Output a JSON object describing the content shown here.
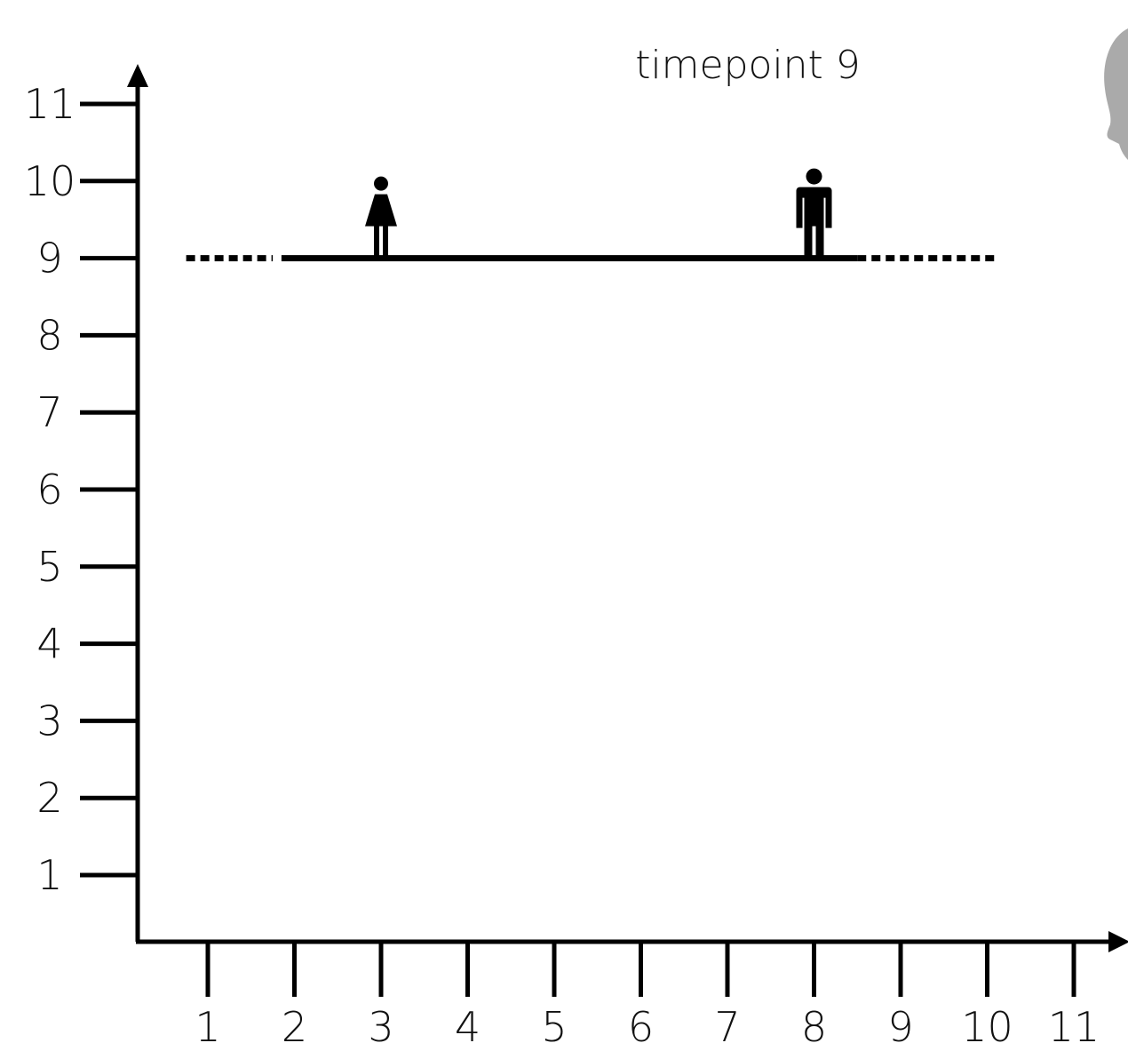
{
  "title": "timepoint 9",
  "chart_data": {
    "type": "line",
    "x_ticks": [
      "1",
      "2",
      "3",
      "4",
      "5",
      "6",
      "7",
      "8",
      "9",
      "10",
      "11"
    ],
    "y_ticks": [
      "1",
      "2",
      "3",
      "4",
      "5",
      "6",
      "7",
      "8",
      "9",
      "10",
      "11"
    ],
    "segments": [
      {
        "style": "dotted",
        "x": [
          0.75,
          1.75
        ],
        "y": 9
      },
      {
        "style": "solid",
        "x": [
          1.85,
          8.5
        ],
        "y": 9
      },
      {
        "style": "dotted",
        "x": [
          8.5,
          10.1
        ],
        "y": 9
      }
    ],
    "markers": [
      {
        "icon": "woman-icon",
        "x": 3,
        "y": 9
      },
      {
        "icon": "man-icon",
        "x": 8,
        "y": 9
      }
    ],
    "colors": {
      "ink": "#000000",
      "side_figure": "#aaaaaa"
    }
  },
  "decor": {
    "side_icon": "head-silhouette-icon"
  }
}
